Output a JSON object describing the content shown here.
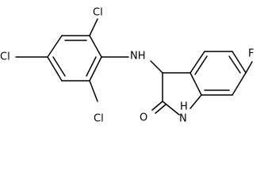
{
  "molecule": {
    "labels": {
      "cl_top": "Cl",
      "cl_left": "Cl",
      "cl_bottom": "Cl",
      "nh_amine": "NH",
      "fluorine": "F",
      "oxygen": "O",
      "nh_lactam": "H",
      "n_lactam": "N"
    }
  }
}
